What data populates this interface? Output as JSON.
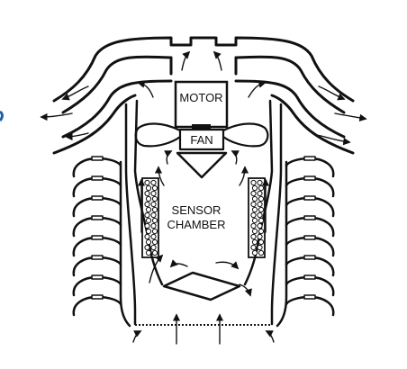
{
  "diagram": {
    "labels": {
      "motor": "MOTOR",
      "fan": "FAN",
      "sensor_line1": "SENSOR",
      "sensor_line2": "CHAMBER"
    },
    "colors": {
      "line": "#111111",
      "background": "#ffffff",
      "edge_mark": "#1f5fa8"
    },
    "louvers_per_side": 8
  }
}
